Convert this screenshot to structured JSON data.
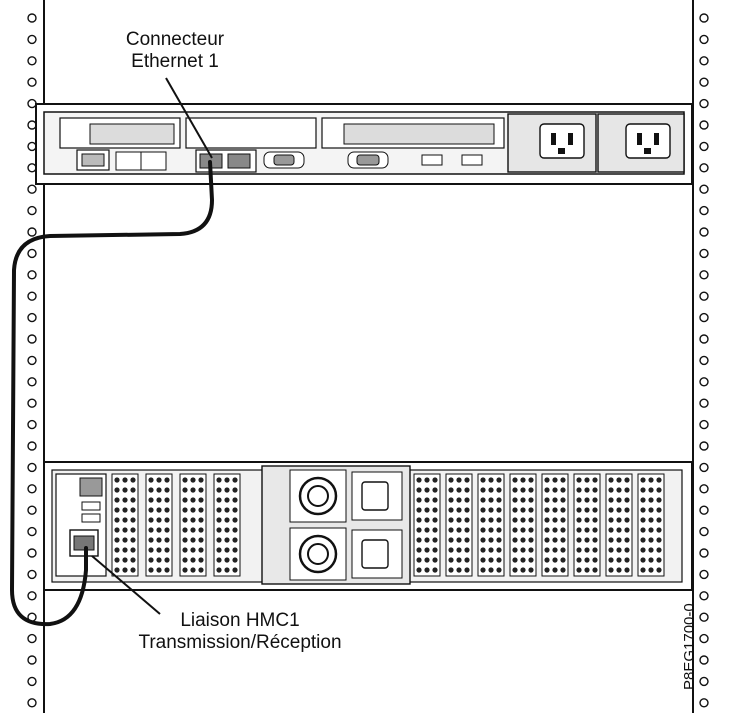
{
  "labels": {
    "ethernet_connector": {
      "line1": "Connecteur",
      "line2": "Ethernet 1"
    },
    "hmc_link": {
      "line1": "Liaison HMC1",
      "line2": "Transmission/Réception"
    }
  },
  "figure_id": "P8EG1700-0",
  "colors": {
    "line": "#111111",
    "panel": "#f2f2f2",
    "dark": "#1e1e1e",
    "cable": "#111111"
  }
}
